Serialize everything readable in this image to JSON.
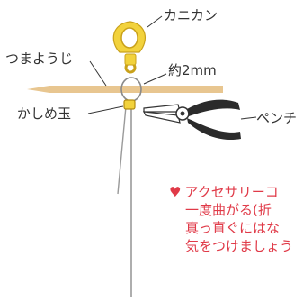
{
  "labels": {
    "kanikan": "カニカン",
    "tsumayouji": "つまようじ",
    "size": "約2mm",
    "kashimedama": "かしめ玉",
    "pliers": "ペンチ"
  },
  "note": {
    "lines": [
      "アクセサリーコ",
      "一度曲がる(折",
      "真っ直ぐにはな",
      "気をつけましょう"
    ]
  },
  "colors": {
    "note_text": "#e03a48",
    "toothpick": "#e8c690",
    "clasp_gold": "#f2d23c",
    "clasp_outline": "#c9a11a",
    "pliers_handle": "#2b2b2b"
  },
  "icons": {
    "bullet": "heart-icon"
  }
}
